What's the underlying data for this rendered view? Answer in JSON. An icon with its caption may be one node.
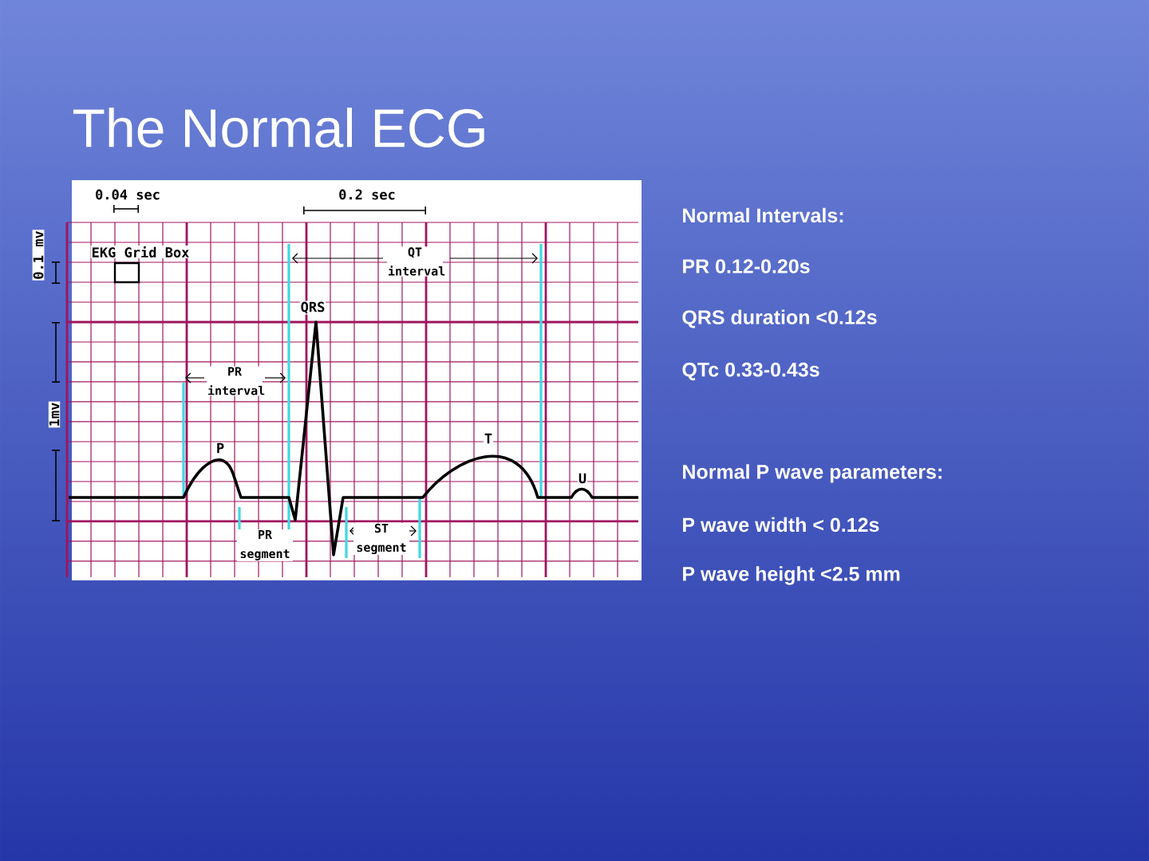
{
  "diagram": {
    "title": "The Normal ECG",
    "labels": [
      "0.04 sec",
      "0.2 sec",
      "0.1 mv",
      "EKG Grid Box",
      "QT interval",
      "QRS",
      "1mv",
      "PR interval",
      "P",
      "T",
      "U",
      "PR segment",
      "ST segment",
      "Normal Intervals:",
      "PR 0.12-0.20s",
      "QRS duration <0.12s",
      "QTc 0.33-0.43s",
      "Normal P wave parameters:",
      "P wave width < 0.12s",
      "P wave height <2.5 mm"
    ]
  }
}
